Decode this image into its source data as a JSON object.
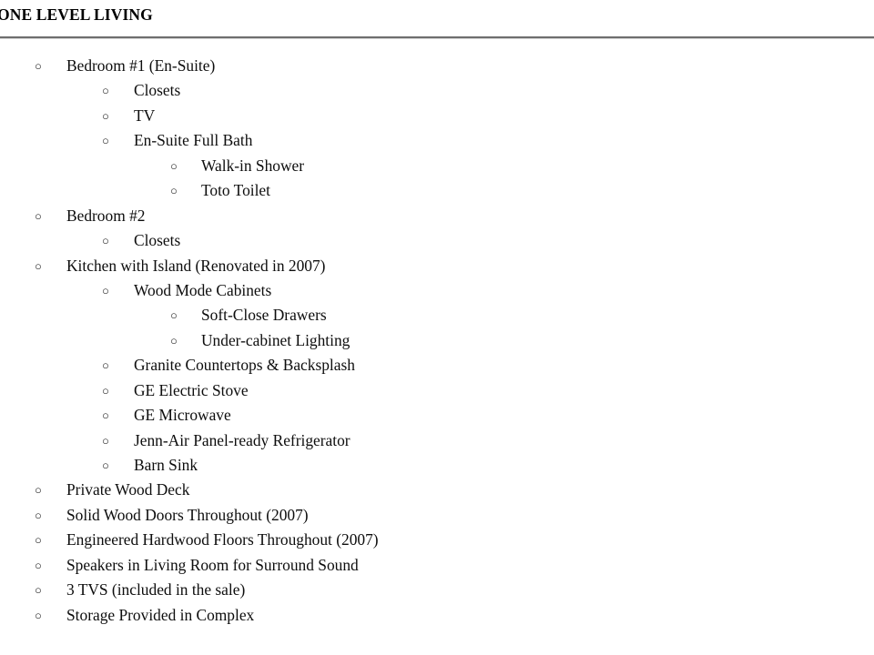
{
  "document": {
    "title": "ONE LEVEL LIVING",
    "divider_color": "#6e6e6e",
    "background_color": "#ffffff",
    "text_color": "#0d0d0d"
  },
  "bullet_glyph": "○",
  "outline": [
    {
      "level": 1,
      "text": "Bedroom #1 (En-Suite)"
    },
    {
      "level": 2,
      "text": "Closets"
    },
    {
      "level": 2,
      "text": "TV"
    },
    {
      "level": 2,
      "text": "En-Suite Full Bath"
    },
    {
      "level": 3,
      "text": "Walk-in Shower"
    },
    {
      "level": 3,
      "text": "Toto Toilet"
    },
    {
      "level": 1,
      "text": "Bedroom #2"
    },
    {
      "level": 2,
      "text": "Closets"
    },
    {
      "level": 1,
      "text": "Kitchen with Island (Renovated in 2007)"
    },
    {
      "level": 2,
      "text": "Wood Mode Cabinets"
    },
    {
      "level": 3,
      "text": "Soft-Close Drawers"
    },
    {
      "level": 3,
      "text": "Under-cabinet Lighting"
    },
    {
      "level": 2,
      "text": "Granite Countertops & Backsplash"
    },
    {
      "level": 2,
      "text": "GE Electric Stove"
    },
    {
      "level": 2,
      "text": "GE Microwave"
    },
    {
      "level": 2,
      "text": "Jenn-Air Panel-ready Refrigerator"
    },
    {
      "level": 2,
      "text": "Barn Sink"
    },
    {
      "level": 1,
      "text": "Private Wood Deck"
    },
    {
      "level": 1,
      "text": "Solid Wood Doors Throughout (2007)"
    },
    {
      "level": 1,
      "text": "Engineered Hardwood Floors Throughout (2007)"
    },
    {
      "level": 1,
      "text": "Speakers in Living Room for Surround Sound"
    },
    {
      "level": 1,
      "text": "3 TVS (included in the sale)"
    },
    {
      "level": 1,
      "text": "Storage Provided in Complex"
    }
  ]
}
